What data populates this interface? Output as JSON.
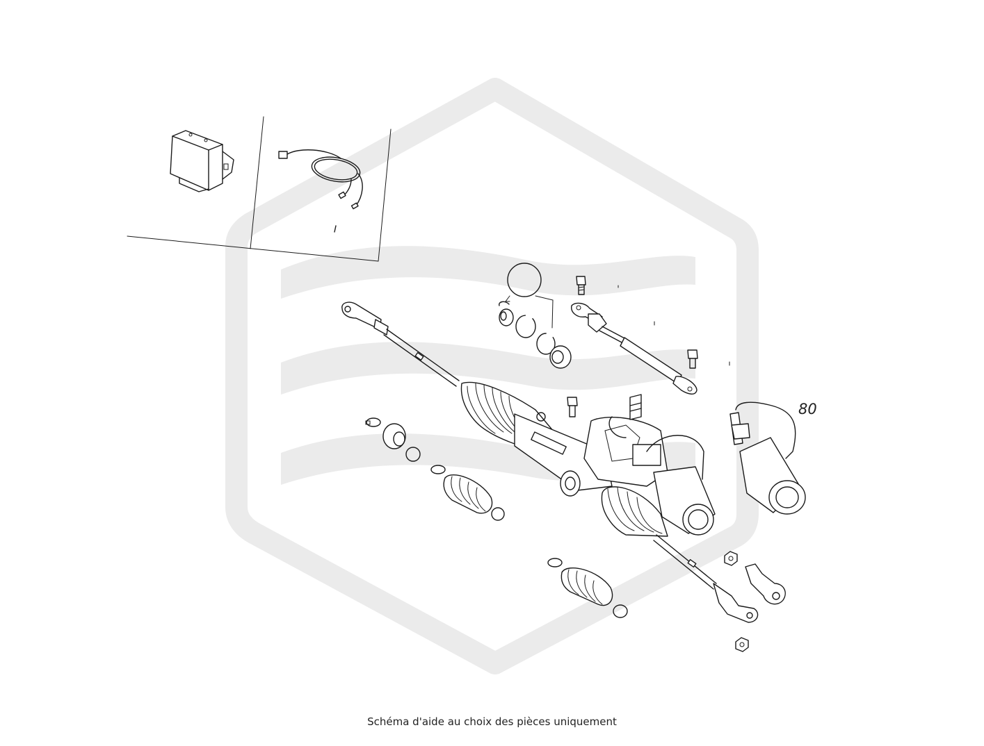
{
  "diagram": {
    "reference_number": "80",
    "caption": "Schéma d'aide au choix des pièces uniquement"
  },
  "colors": {
    "watermark": "#ebebeb",
    "line_art": "#1a1a1a",
    "background": "#ffffff"
  },
  "watermark": {
    "icon": "hexagon-waves-logo"
  }
}
